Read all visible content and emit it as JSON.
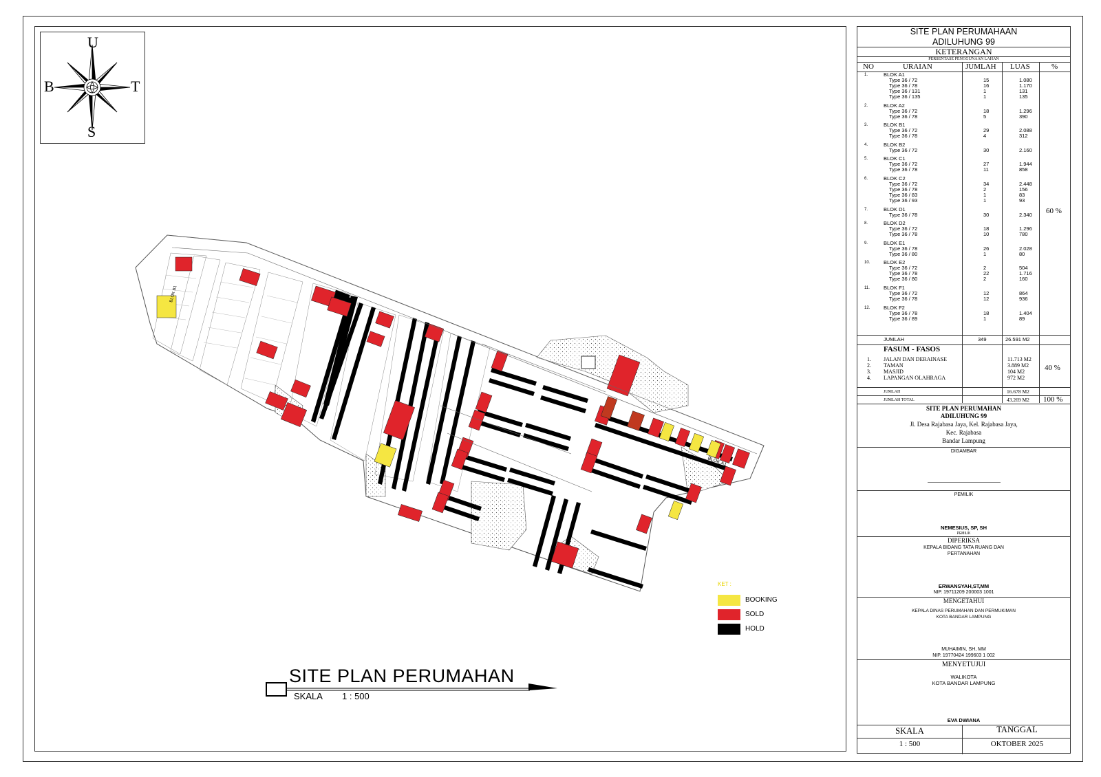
{
  "compass": {
    "north": "U",
    "south": "S",
    "west": "B",
    "east": "T"
  },
  "plan_title": "SITE PLAN PERUMAHAN",
  "scale_label": "SKALA",
  "scale_value": "1 : 500",
  "legend": {
    "heading": "KET :",
    "items": [
      {
        "label": "BOOKING",
        "color": "#f5e642"
      },
      {
        "label": "SOLD",
        "color": "#e0242b"
      },
      {
        "label": "HOLD",
        "color": "#000000"
      }
    ]
  },
  "map_labels": {
    "blok_a1": "BLOK A1",
    "blok_b1": "BLOK B1"
  },
  "panel": {
    "title1": "SITE PLAN PERUMAHAAN",
    "title2": "ADILUHUNG 99",
    "keterangan": "KETERANGAN",
    "persentase": "PERSENTASE PENGGUNAAN LAHAN",
    "headers": {
      "no": "NO",
      "uraian": "URAIAN",
      "jumlah": "JUMLAH",
      "luas": "LUAS",
      "pct": "%"
    },
    "blocks": [
      {
        "no": "1.",
        "name": "BLOK A1",
        "rows": [
          [
            "Type 36 / 72",
            "15",
            "1.080"
          ],
          [
            "Type 36 / 78",
            "16",
            "1.170"
          ],
          [
            "Type 36 / 131",
            "1",
            "131"
          ],
          [
            "Type 36 / 135",
            "1",
            "135"
          ]
        ]
      },
      {
        "no": "2.",
        "name": "BLOK A2",
        "rows": [
          [
            "Type 36 / 72",
            "18",
            "1.296"
          ],
          [
            "Type 36 / 78",
            "5",
            "390"
          ]
        ]
      },
      {
        "no": "3.",
        "name": "BLOK B1",
        "rows": [
          [
            "Type 36 / 72",
            "29",
            "2.088"
          ],
          [
            "Type 36 / 78",
            "4",
            "312"
          ]
        ]
      },
      {
        "no": "4.",
        "name": "BLOK B2",
        "rows": [
          [
            "Type 36 / 72",
            "30",
            "2.160"
          ]
        ]
      },
      {
        "no": "5.",
        "name": "BLOK C1",
        "rows": [
          [
            "Type 36 / 72",
            "27",
            "1.944"
          ],
          [
            "Type 36 / 78",
            "11",
            "858"
          ]
        ]
      },
      {
        "no": "6.",
        "name": "BLOK C2",
        "rows": [
          [
            "Type 36 / 72",
            "34",
            "2.448"
          ],
          [
            "Type 36 / 78",
            "2",
            "156"
          ],
          [
            "Type 36 / 83",
            "1",
            "83"
          ],
          [
            "Type 36 / 93",
            "1",
            "93"
          ]
        ]
      },
      {
        "no": "7.",
        "name": "BLOK D1",
        "rows": [
          [
            "Type 36 / 78",
            "30",
            "2.340"
          ]
        ]
      },
      {
        "no": "8.",
        "name": "BLOK D2",
        "rows": [
          [
            "Type 36 / 72",
            "18",
            "1.296"
          ],
          [
            "Type 36 / 78",
            "10",
            "780"
          ]
        ]
      },
      {
        "no": "9.",
        "name": "BLOK E1",
        "rows": [
          [
            "Type 36 / 78",
            "26",
            "2.028"
          ],
          [
            "Type 36 / 80",
            "1",
            "80"
          ]
        ]
      },
      {
        "no": "10.",
        "name": "BLOK E2",
        "rows": [
          [
            "Type 36 / 72",
            "2",
            "504"
          ],
          [
            "Type 36 / 78",
            "22",
            "1.716"
          ],
          [
            "Type 36 / 80",
            "2",
            "160"
          ]
        ]
      },
      {
        "no": "11.",
        "name": "BLOK F1",
        "rows": [
          [
            "Type 36 / 72",
            "12",
            "864"
          ],
          [
            "Type 36 / 78",
            "12",
            "936"
          ]
        ]
      },
      {
        "no": "12.",
        "name": "BLOK F2",
        "rows": [
          [
            "Type 36 / 78",
            "18",
            "1.404"
          ],
          [
            "Type 36 / 89",
            "1",
            "89"
          ]
        ]
      }
    ],
    "jumlah_label": "JUMLAH",
    "jumlah_units": "349",
    "jumlah_luas": "26.591 M2",
    "pct_housing": "60 %",
    "fasum_title": "FASUM - FASOS",
    "fasum": [
      {
        "no": "1.",
        "name": "JALAN DAN DERAINASE",
        "luas": "11.713 M2"
      },
      {
        "no": "2.",
        "name": "TAMAN",
        "luas": "3.889 M2"
      },
      {
        "no": "3.",
        "name": "MASJID",
        "luas": "104 M2"
      },
      {
        "no": "4.",
        "name": "LAPANGAN OLAHRAGA",
        "luas": "972 M2"
      }
    ],
    "pct_fasum": "40 %",
    "fasum_jumlah_label": "JUMLAH",
    "fasum_jumlah": "16.678 M2",
    "total_label": "JUMLAH TOTAL",
    "total_luas": "43.269 M2",
    "pct_total": "100 %",
    "site_title1": "SITE PLAN PERUMAHAN",
    "site_title2": "ADILUHUNG 99",
    "addr1": "Jl. Desa Rajabasa Jaya, Kel. Rajabasa Jaya,",
    "addr2": "Kec. Rajabasa",
    "addr3": "Bandar Lampung",
    "digambar": "DIGAMBAR",
    "pemilik": "PEMILIK",
    "owner_name": "NEMESIUS, SP, SH",
    "owner_role": "PEMILIK",
    "diperiksa": "DIPERIKSA",
    "diperiksa_role1": "KEPALA BIDANG TATA RUANG DAN",
    "diperiksa_role2": "PERTANAHAN",
    "diperiksa_name": "ERWANSYAH,ST,MM",
    "diperiksa_nip": "NIP. 19711209 200003 1001",
    "mengetahui": "MENGETAHUI",
    "mengetahui_role1": "KEPALA DINAS PERUMAHAN DAN PERMUKIMAN",
    "mengetahui_role2": "KOTA BANDAR LAMPUNG",
    "mengetahui_name": "MUHAIMIN, SH, MM",
    "mengetahui_nip": "NIP. 19770424 199603 1 002",
    "menyetujui": "MENYETUJUI",
    "menyetujui_role1": "WALIKOTA",
    "menyetujui_role2": "KOTA BANDAR LAMPUNG",
    "menyetujui_name": "EVA DWIANA",
    "skala_label": "SKALA",
    "skala_value": "1 : 500",
    "tanggal_label": "TANGGAL",
    "tanggal_value": "OKTOBER 2025"
  }
}
